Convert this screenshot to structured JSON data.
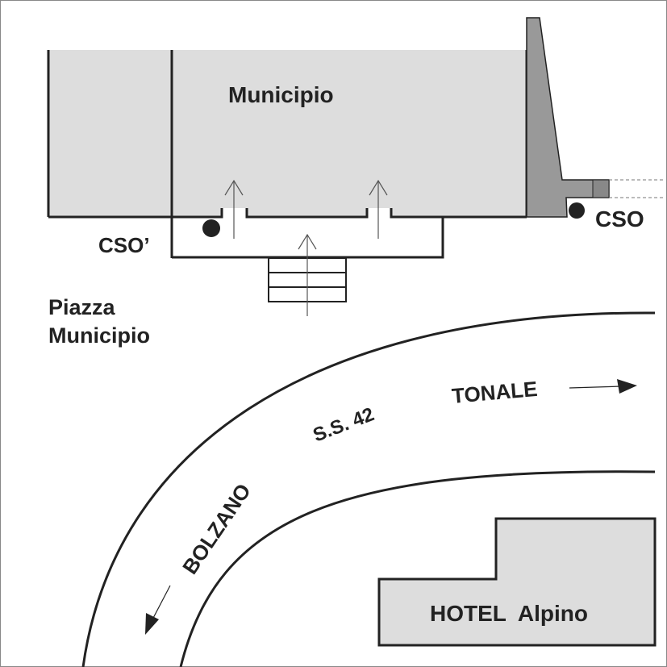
{
  "labels": {
    "municipio": "Municipio",
    "cso_left": "CSO’",
    "cso_right": "CSO",
    "piazza_line1": "Piazza",
    "piazza_line2": "Municipio",
    "road": "S.S. 42",
    "tonale": "TONALE",
    "bolzano": "BOLZANO",
    "hotel": "HOTEL  Alpino"
  },
  "colors": {
    "building_fill": "#dddddd",
    "wall_fill": "#999999",
    "line": "#222222"
  }
}
